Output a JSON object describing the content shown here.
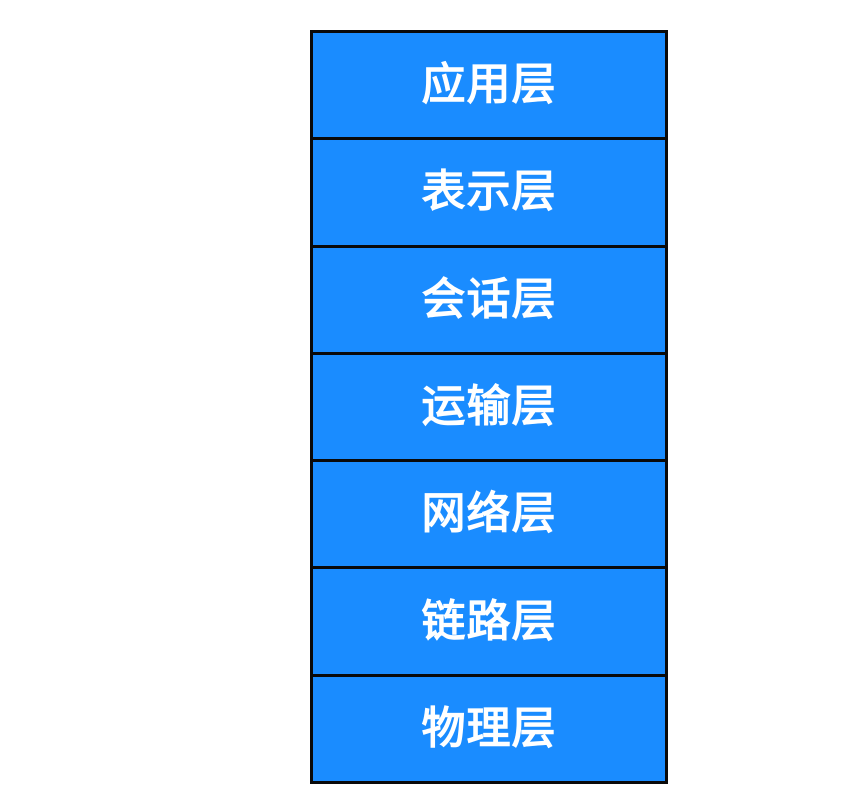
{
  "colors": {
    "layer_fill": "#1a8cff",
    "border": "#0a0a0a",
    "label_text": "#ffffff",
    "background": "#ffffff"
  },
  "layers": [
    {
      "label": "应用层"
    },
    {
      "label": "表示层"
    },
    {
      "label": "会话层"
    },
    {
      "label": "运输层"
    },
    {
      "label": "网络层"
    },
    {
      "label": "链路层"
    },
    {
      "label": "物理层"
    }
  ]
}
